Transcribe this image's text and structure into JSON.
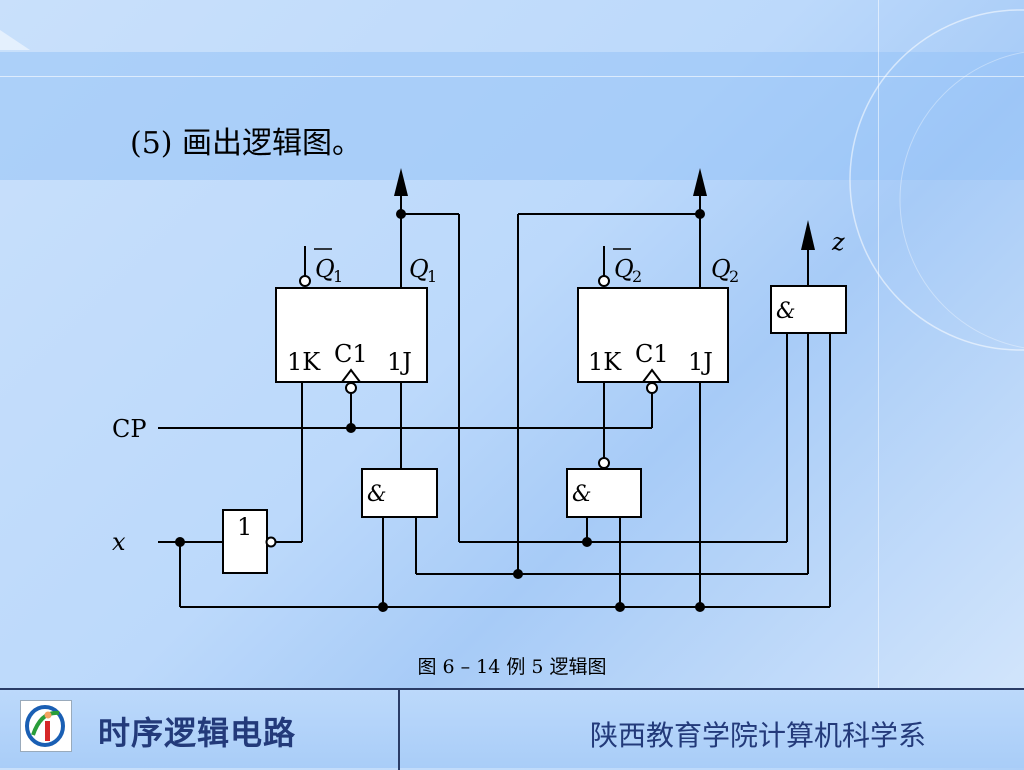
{
  "heading": "(5)   画出逻辑图。",
  "caption": "图 6 – 14  例 5 逻辑图",
  "footer": {
    "title": "时序逻辑电路",
    "department": "陕西教育学院计算机科学系"
  },
  "diagram": {
    "ff1": {
      "qbar": "Q",
      "qbar_sub": "1",
      "q": "Q",
      "q_sub": "1",
      "k": "1K",
      "c": "C1",
      "j": "1J"
    },
    "ff2": {
      "qbar": "Q",
      "qbar_sub": "2",
      "q": "Q",
      "q_sub": "2",
      "k": "1K",
      "c": "C1",
      "j": "1J"
    },
    "and_symbol": "&",
    "not_symbol": "1",
    "inputs": {
      "cp": "CP",
      "x": "x"
    },
    "output": "z"
  }
}
